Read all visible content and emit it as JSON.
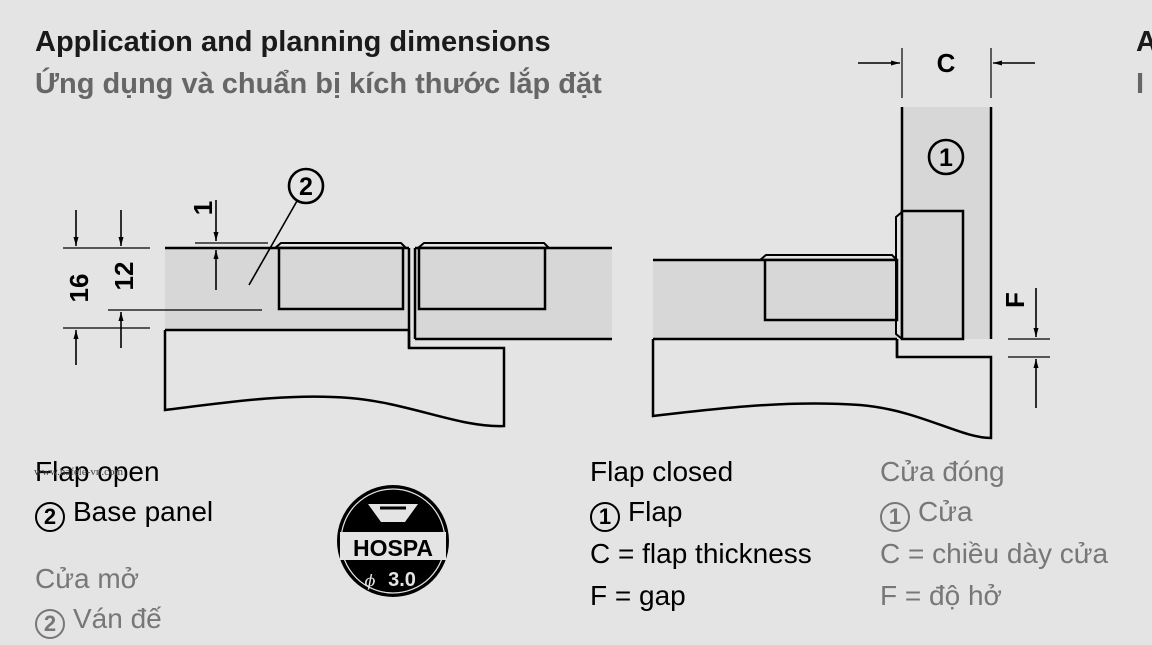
{
  "header": {
    "title": "Application and planning dimensions",
    "subtitle": "Ứng dụng và chuẩn bị kích thước lắp đặt",
    "cut_title": "A",
    "cut_subtitle": "I"
  },
  "diagram_open": {
    "dim_16": "16",
    "dim_12": "12",
    "dim_1": "1",
    "callout": "2"
  },
  "diagram_closed": {
    "dim_c": "C",
    "dim_f": "F",
    "callout": "1"
  },
  "captions": {
    "open_en": {
      "heading": "Flap open",
      "item_num": "2",
      "item_label": "Base panel"
    },
    "open_vi": {
      "heading": "Cửa mở",
      "item_num": "2",
      "item_label": "Ván đế"
    },
    "closed_en": {
      "heading": "Flap closed",
      "item_num": "1",
      "item_label": "Flap",
      "c_def": "C = flap thickness",
      "f_def": "F = gap"
    },
    "closed_vi": {
      "heading": "Cửa đóng",
      "item_num": "1",
      "item_label": "Cửa",
      "c_def": "C = chiều dày cửa",
      "f_def": "F = độ hở"
    }
  },
  "logo": {
    "brand": "HOSPA",
    "size": "3.0",
    "phi": "ϕ"
  },
  "watermark": "www.hafele-vn.com",
  "colors": {
    "background": "#e4e4e4",
    "panel_fill": "#d7d7d7",
    "ink": "#000000",
    "grey_text": "#777777"
  }
}
